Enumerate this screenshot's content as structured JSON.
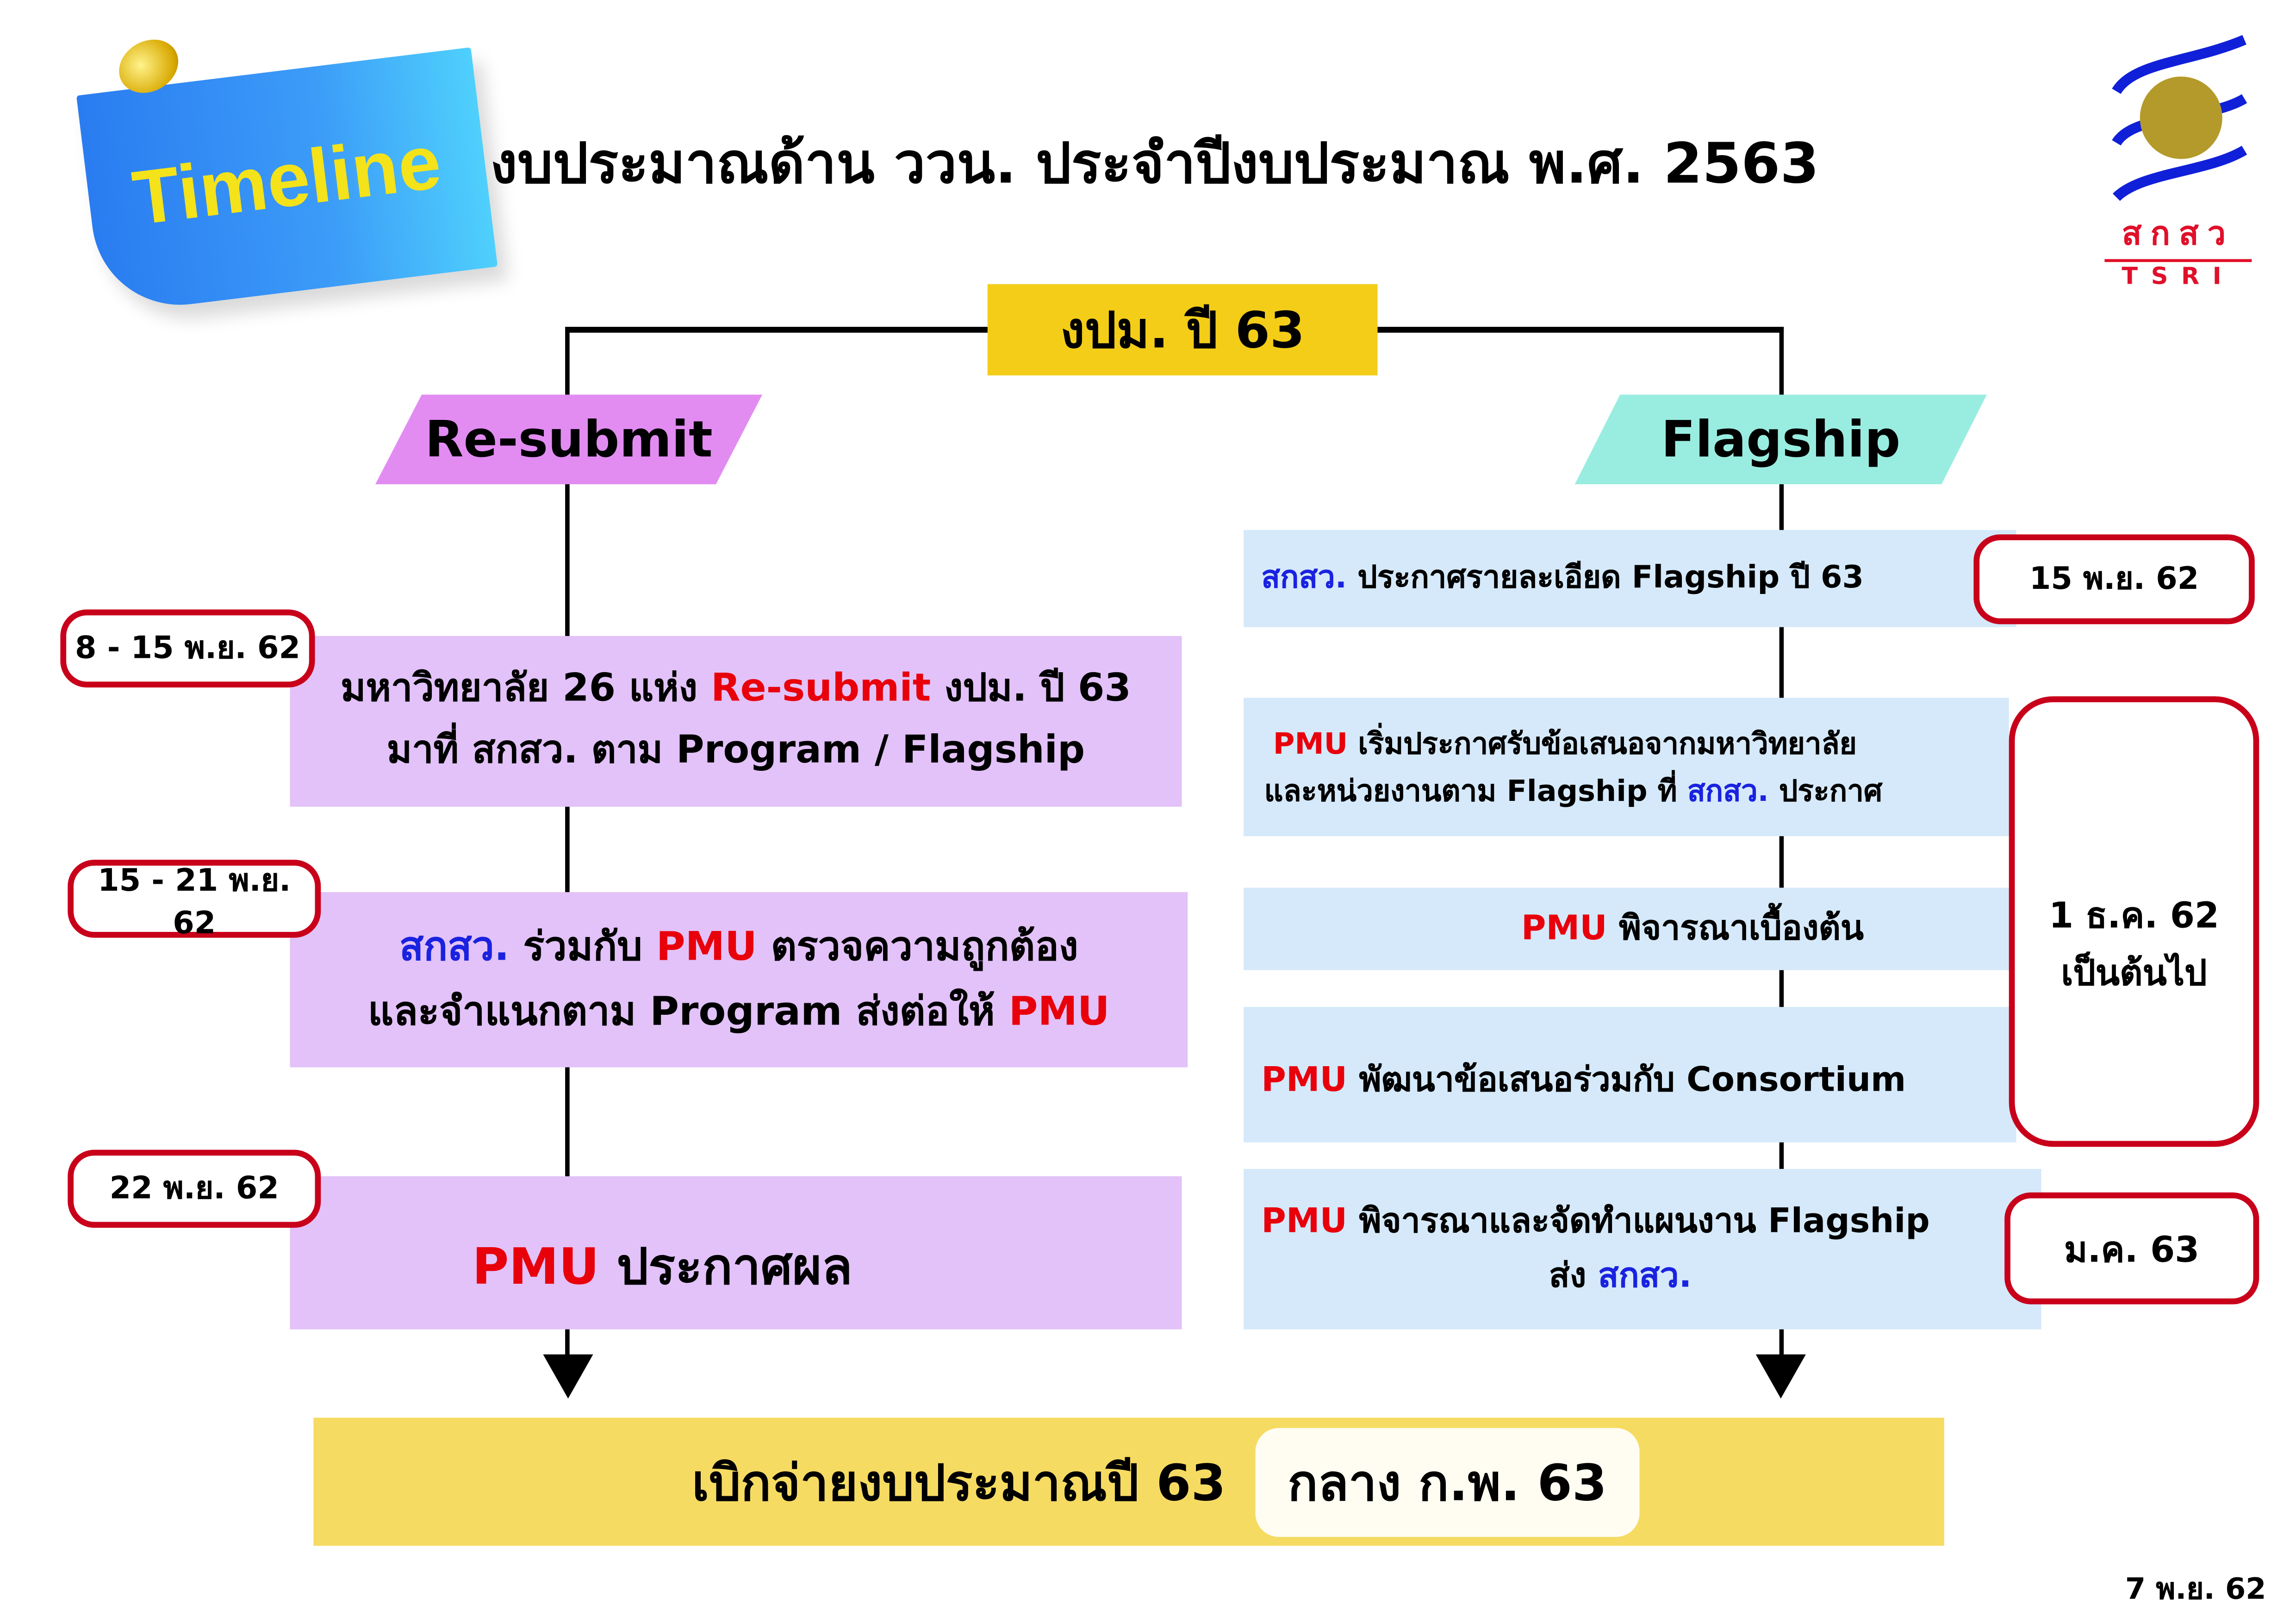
{
  "header": {
    "badge": "Timeline",
    "title": "งบประมาณด้าน ววน. ประจำปีงบประมาณ พ.ศ. 2563",
    "logo_text_th": "สกสว",
    "logo_text_en": "TSRI"
  },
  "top_node": "งปม. ปี 63",
  "left": {
    "heading": "Re-submit",
    "steps": [
      {
        "date": "8 - 15 พ.ย. 62",
        "line1_a": "มหาวิทยาลัย 26 แห่ง ",
        "line1_red": "Re-submit",
        "line1_b": " งปม. ปี 63",
        "line2": "มาที่ สกสว. ตาม Program / Flagship"
      },
      {
        "date": "15 - 21 พ.ย. 62",
        "line1_blue": "สกสว.",
        "line1_a": " ร่วมกับ ",
        "line1_red": "PMU",
        "line1_b": " ตรวจความถูกต้อง",
        "line2_a": "และจำแนกตาม Program ส่งต่อให้ ",
        "line2_red": "PMU"
      },
      {
        "date": "22 พ.ย. 62",
        "red": "PMU",
        "text": " ประกาศผล"
      }
    ]
  },
  "right": {
    "heading": "Flagship",
    "steps": [
      {
        "blue": "สกสว.",
        "text": " ประกาศรายละเอียด Flagship ปี 63"
      },
      {
        "red": "PMU",
        "line1": " เริ่มประกาศรับข้อเสนอจากมหาวิทยาลัย",
        "line2_a": "และหน่วยงานตาม Flagship ที่ ",
        "line2_blue": "สกสว.",
        "line2_b": " ประกาศ"
      },
      {
        "red": "PMU",
        "text": " พิจารณาเบื้องต้น"
      },
      {
        "red": "PMU",
        "text": " พัฒนาข้อเสนอร่วมกับ Consortium"
      },
      {
        "red": "PMU",
        "line1": " พิจารณาและจัดทำแผนงาน Flagship",
        "line2_a": "ส่ง ",
        "line2_blue": "สกสว."
      }
    ],
    "dates": [
      "15 พ.ย. 62",
      "1 ธ.ค. 62",
      "เป็นต้นไป",
      "ม.ค. 63"
    ]
  },
  "bottom": {
    "label": "เบิกจ่ายงบประมาณปี 63",
    "date": "กลาง ก.พ. 63"
  },
  "footer_date": "7 พ.ย. 62",
  "colors": {
    "yellow": "#F3CD18",
    "lavender": "#E2C2F8",
    "sky": "#D5E9FA",
    "red": "#E8000B",
    "blue": "#1A22E0"
  }
}
